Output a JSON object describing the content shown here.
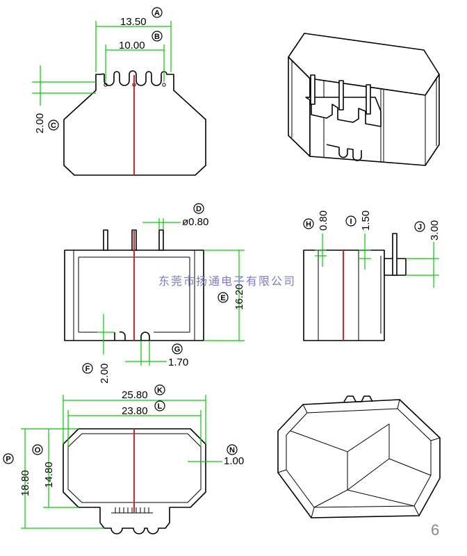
{
  "dimensions": {
    "A": {
      "label": "A",
      "value": "13.50"
    },
    "B": {
      "label": "B",
      "value": "10.00"
    },
    "C": {
      "label": "C",
      "value": "2.00"
    },
    "D": {
      "label": "D",
      "value": "ø0.80"
    },
    "E": {
      "label": "E",
      "value": "16.20"
    },
    "F": {
      "label": "F",
      "value": "2.00"
    },
    "G": {
      "label": "G",
      "value": "1.70"
    },
    "H": {
      "label": "H",
      "value": "0.80"
    },
    "I": {
      "label": "I",
      "value": "1.50"
    },
    "J": {
      "label": "J",
      "value": "3.00"
    },
    "K": {
      "label": "K",
      "value": "25.80"
    },
    "L": {
      "label": "L",
      "value": "23.80"
    },
    "N": {
      "label": "N",
      "value": "1.00"
    },
    "O": {
      "label": "O",
      "value": "14.80"
    },
    "P": {
      "label": "P",
      "value": "18.80"
    }
  },
  "watermark": "东莞市扬通电子有限公司",
  "page_number": "6",
  "colors": {
    "dimension": "#00cc00",
    "centerline": "#e02020",
    "outline": "#000000",
    "watermark": "#7a7ad8"
  }
}
